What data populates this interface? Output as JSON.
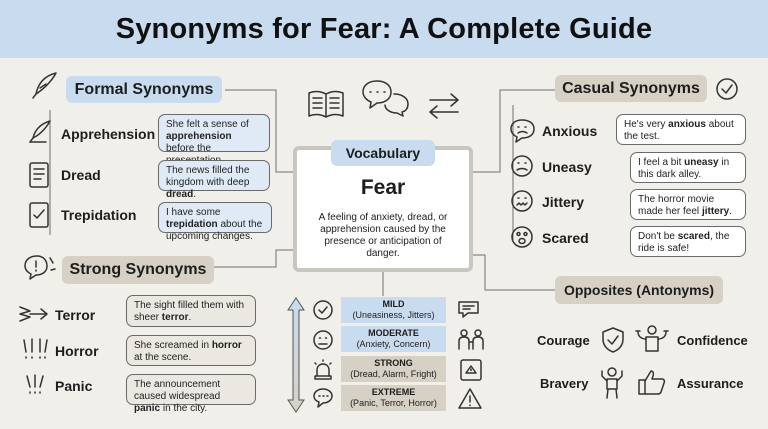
{
  "title": "Synonyms for Fear: A Complete Guide",
  "center": {
    "tag": "Vocabulary",
    "word": "Fear",
    "definition": "A feeling of anxiety, dread, or apprehension caused by the presence or anticipation of danger."
  },
  "formal": {
    "heading": "Formal Synonyms",
    "items": [
      {
        "word": "Apprehension",
        "pre": "She felt a sense of ",
        "bold": "apprehension",
        "post": " before the presentation.",
        "icon": "quill-icon"
      },
      {
        "word": "Dread",
        "pre": "The news filled the kingdom with deep ",
        "bold": "dread",
        "post": ".",
        "icon": "scroll-icon"
      },
      {
        "word": "Trepidation",
        "pre": "I have some ",
        "bold": "trepidation",
        "post": " about the upcoming changes.",
        "icon": "checklist-icon"
      }
    ]
  },
  "strong": {
    "heading": "Strong Synonyms",
    "items": [
      {
        "word": "Terror",
        "pre": "The sight filled them with sheer ",
        "bold": "terror",
        "post": ".",
        "icon": "shock-lines-icon"
      },
      {
        "word": "Horror",
        "pre": "She screamed in ",
        "bold": "horror",
        "post": " at the scene.",
        "icon": "double-exclamation-icon"
      },
      {
        "word": "Panic",
        "pre": "The announcement caused widespread ",
        "bold": "panic",
        "post": " in the city.",
        "icon": "exclamation-icon"
      }
    ]
  },
  "casual": {
    "heading": "Casual Synonyms",
    "items": [
      {
        "word": "Anxious",
        "pre": "He's very ",
        "bold": "anxious",
        "post": " about the test.",
        "icon": "worried-chat-icon"
      },
      {
        "word": "Uneasy",
        "pre": "I feel a bit ",
        "bold": "uneasy",
        "post": " in this dark alley.",
        "icon": "uneasy-face-icon"
      },
      {
        "word": "Jittery",
        "pre": "The horror movie made her feel ",
        "bold": "jittery",
        "post": ".",
        "icon": "jittery-face-icon"
      },
      {
        "word": "Scared",
        "pre": "Don't be ",
        "bold": "scared",
        "post": ", the ride is safe!",
        "icon": "scared-face-icon"
      }
    ]
  },
  "intensity": [
    {
      "level": "MILD",
      "examples": "(Uneasiness, Jitters)",
      "color": "#c9dcef"
    },
    {
      "level": "MODERATE",
      "examples": "(Anxiety, Concern)",
      "color": "#c9dcef"
    },
    {
      "level": "STRONG",
      "examples": "(Dread, Alarm, Fright)",
      "color": "#d7d1c5"
    },
    {
      "level": "EXTREME",
      "examples": "(Panic, Terror, Horror)",
      "color": "#d7d1c5"
    }
  ],
  "opposites": {
    "heading": "Opposites (Antonyms)",
    "items": [
      "Courage",
      "Confidence",
      "Bravery",
      "Assurance"
    ]
  },
  "colors": {
    "blue": "#c9dcef",
    "tan": "#d7d1c5",
    "background": "#f1efe9"
  }
}
